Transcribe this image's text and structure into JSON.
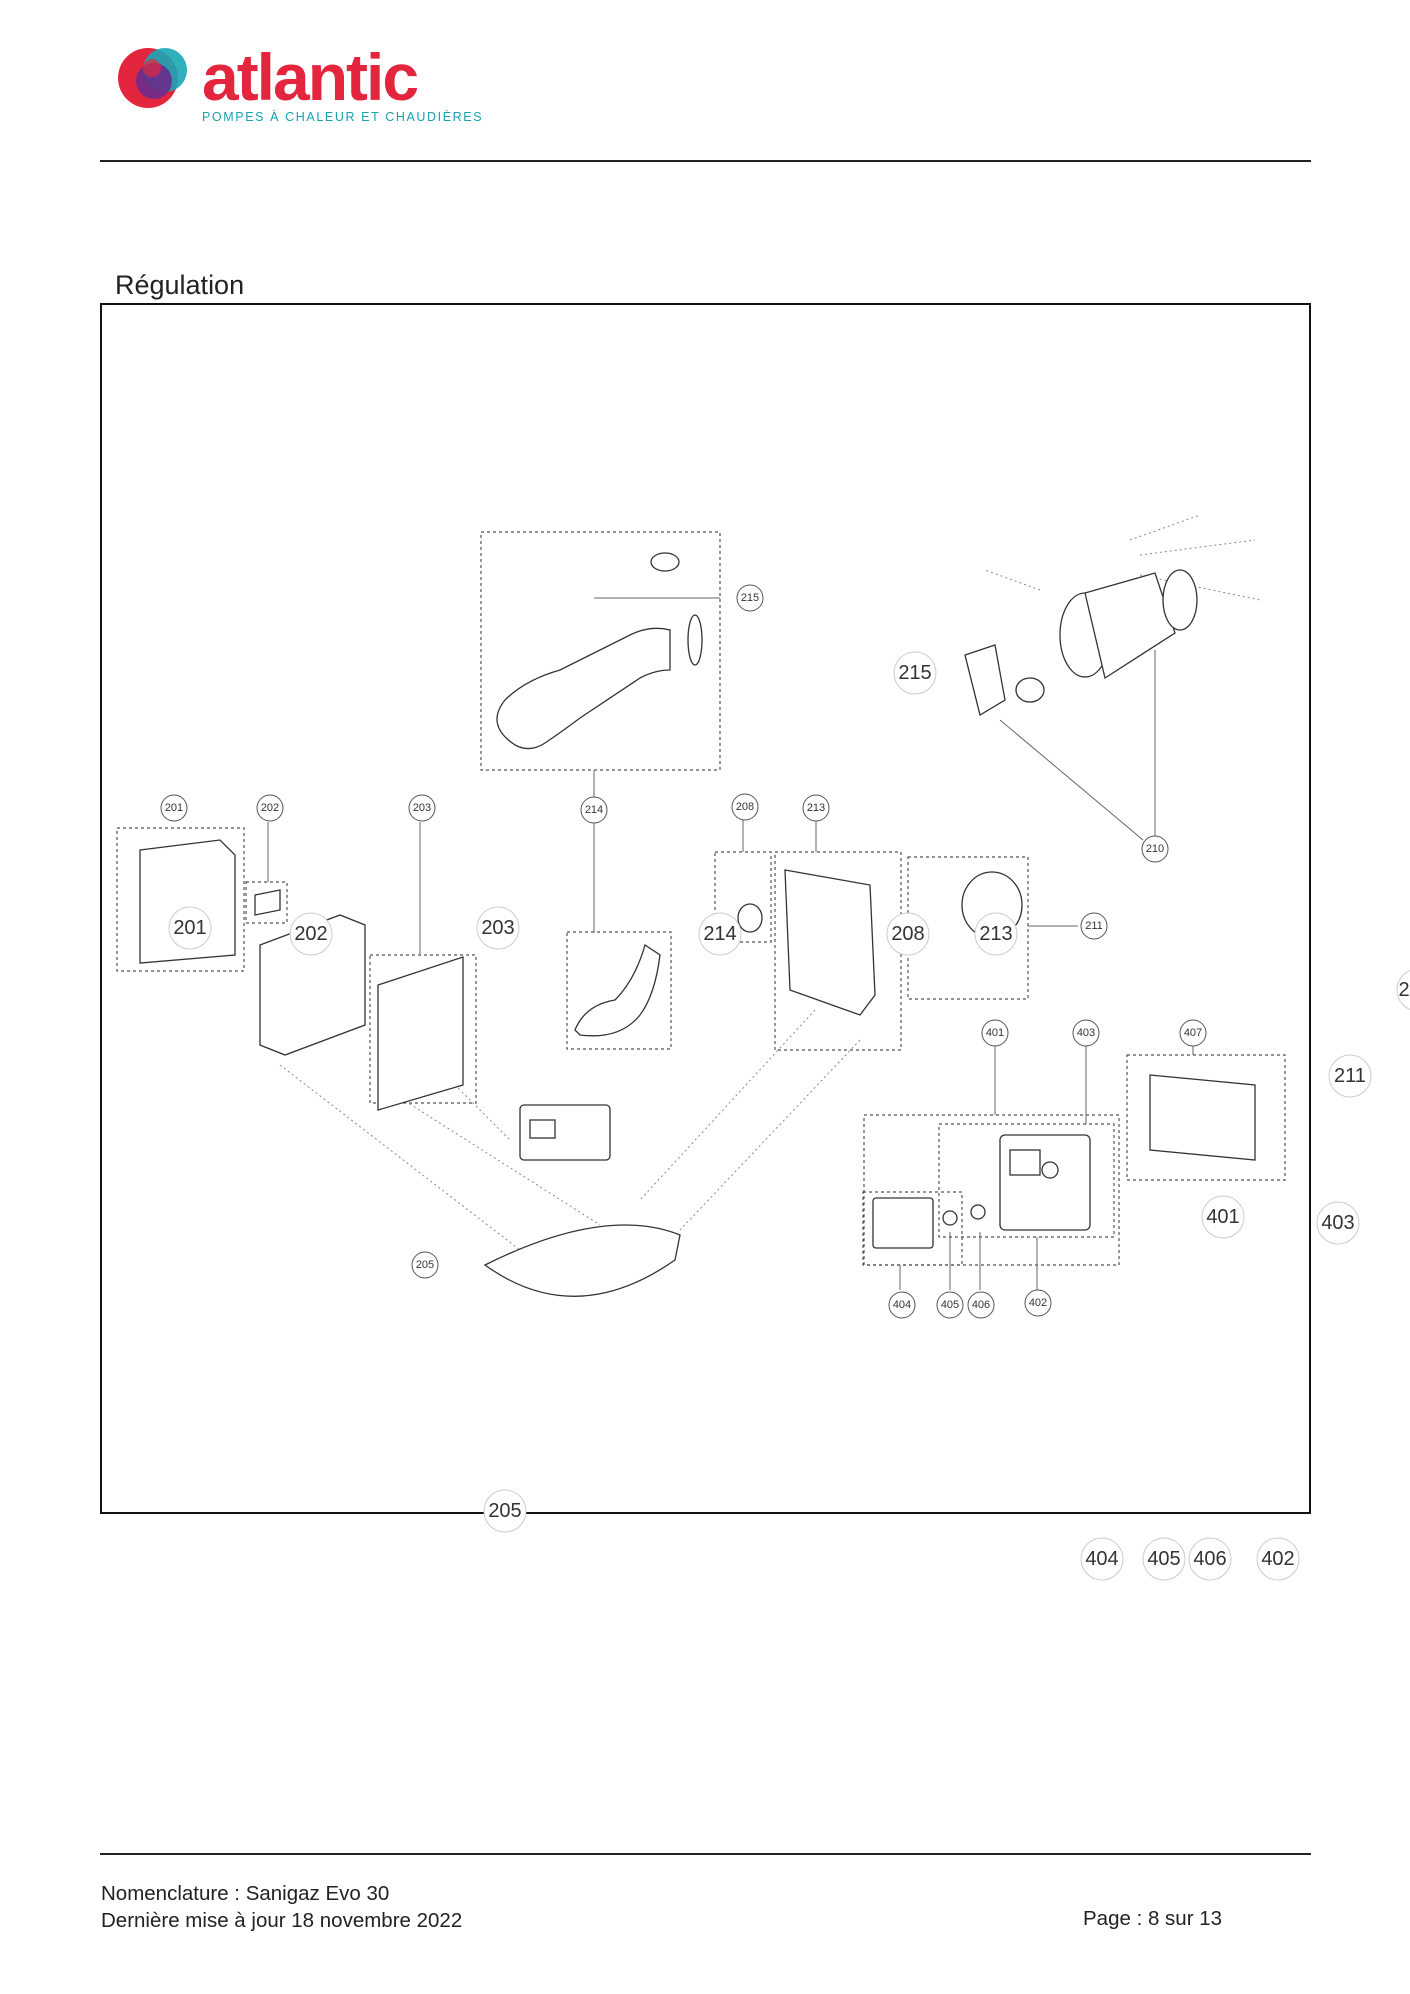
{
  "logo": {
    "wordmark": "atlantic",
    "tagline": "POMPES À CHALEUR ET CHAUDIÈRES"
  },
  "section": {
    "title": "Régulation"
  },
  "diagram": {
    "small_callouts": [
      "201",
      "202",
      "203",
      "214",
      "208",
      "213",
      "215",
      "210",
      "211",
      "401",
      "403",
      "407",
      "205",
      "404",
      "405",
      "406",
      "402"
    ],
    "large_callouts": [
      "201",
      "202",
      "203",
      "214",
      "208",
      "213",
      "215",
      "211",
      "401",
      "403",
      "205",
      "404",
      "405",
      "406",
      "402"
    ],
    "truncated_callout": "2"
  },
  "footer": {
    "line1": "Nomenclature : Sanigaz Evo 30",
    "line2": "Dernière mise à jour 18 novembre 2022",
    "page": "Page : 8 sur 13"
  }
}
